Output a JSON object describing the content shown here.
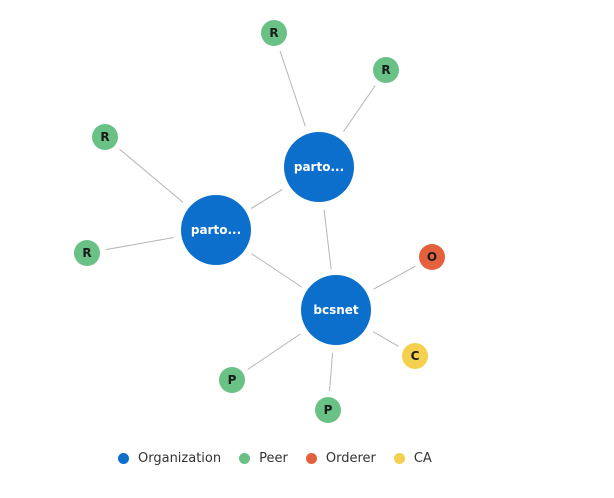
{
  "colors": {
    "organization": "#0b6fcb",
    "peer": "#6ac186",
    "orderer": "#e3623d",
    "ca": "#f5d04f",
    "edge": "#b5b5b5"
  },
  "nodes": [
    {
      "id": "bcsnet",
      "label": "bcsnet",
      "type": "organization"
    },
    {
      "id": "org-upper",
      "label": "parto...",
      "type": "organization"
    },
    {
      "id": "org-left",
      "label": "parto...",
      "type": "organization"
    },
    {
      "id": "r1",
      "label": "R",
      "type": "peer"
    },
    {
      "id": "r2",
      "label": "R",
      "type": "peer"
    },
    {
      "id": "r3",
      "label": "R",
      "type": "peer"
    },
    {
      "id": "r4",
      "label": "R",
      "type": "peer"
    },
    {
      "id": "o1",
      "label": "O",
      "type": "orderer"
    },
    {
      "id": "c1",
      "label": "C",
      "type": "ca"
    },
    {
      "id": "p1",
      "label": "P",
      "type": "peer"
    },
    {
      "id": "p2",
      "label": "P",
      "type": "peer"
    }
  ],
  "edges": [
    [
      "org-upper",
      "r1"
    ],
    [
      "org-upper",
      "r2"
    ],
    [
      "org-upper",
      "org-left"
    ],
    [
      "org-upper",
      "bcsnet"
    ],
    [
      "org-left",
      "r3"
    ],
    [
      "org-left",
      "r4"
    ],
    [
      "org-left",
      "bcsnet"
    ],
    [
      "bcsnet",
      "o1"
    ],
    [
      "bcsnet",
      "c1"
    ],
    [
      "bcsnet",
      "p1"
    ],
    [
      "bcsnet",
      "p2"
    ]
  ],
  "legend": [
    {
      "label": "Organization",
      "type": "organization"
    },
    {
      "label": "Peer",
      "type": "peer"
    },
    {
      "label": "Orderer",
      "type": "orderer"
    },
    {
      "label": "CA",
      "type": "ca"
    }
  ]
}
